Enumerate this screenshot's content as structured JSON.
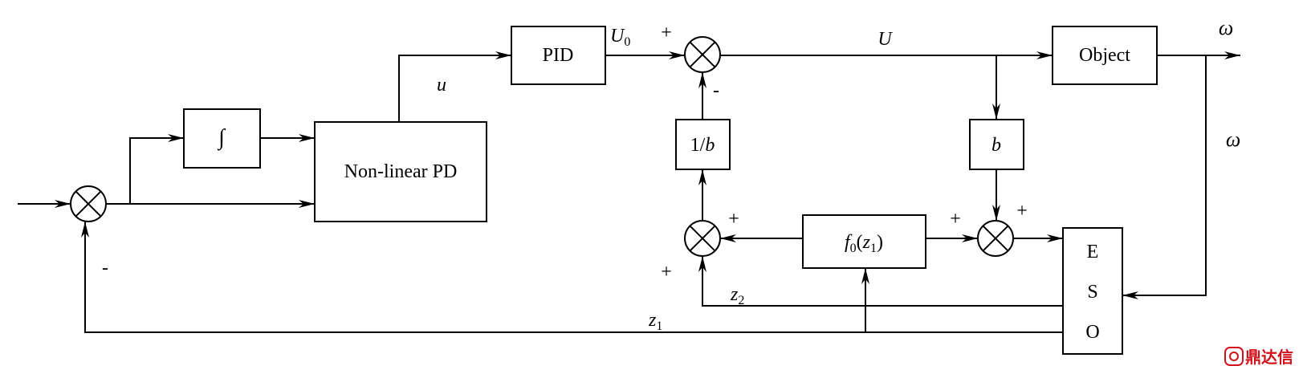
{
  "blocks": {
    "integrator": "∫",
    "nonlinear_pd": "Non-linear PD",
    "pid": "PID",
    "object": "Object",
    "inv_b": "1/",
    "inv_b_var": "b",
    "b": "b",
    "f0_f": "f",
    "f0_sub": "0",
    "f0_open": "(",
    "f0_z": "z",
    "f0_zsub": "1",
    "f0_close": ")",
    "eso_1": "E",
    "eso_2": "S",
    "eso_3": "O"
  },
  "signals": {
    "u_small": "u",
    "U0": "U",
    "U0_sub": "0",
    "U": "U",
    "omega_out": "ω",
    "omega_fb": "ω",
    "z1": "z",
    "z1_sub": "1",
    "z2": "z",
    "z2_sub": "2"
  },
  "signs": {
    "main_minus": "-",
    "top_plus": "+",
    "top_minus": "-",
    "lower_left_plus_right": "+",
    "lower_left_plus_bottom": "+",
    "lower_right_plus_left": "+",
    "lower_right_plus_top": "+"
  },
  "watermark": {
    "text": "鼎达信"
  }
}
